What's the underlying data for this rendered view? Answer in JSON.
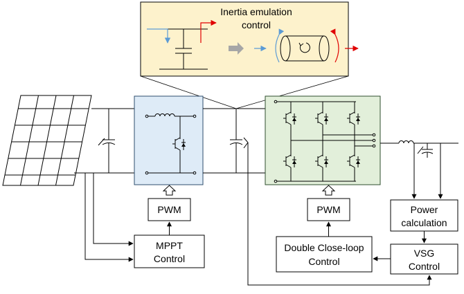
{
  "inset": {
    "title_line1": "Inertia  emulation",
    "title_line2": "control",
    "bg_color": "#FDF2CC",
    "arrow_in_color": "#5B9BD5",
    "arrow_out_color": "#E00000",
    "transition_arrow_color": "#A6A6A6"
  },
  "boost": {
    "bg_color": "#DEEBF7",
    "border_color": "#2E4E6E"
  },
  "inverter": {
    "bg_color": "#E2EFDA",
    "border_color": "#2E4E2E"
  },
  "blocks": {
    "pwm_left": "PWM",
    "pwm_right": "PWM",
    "mppt_line1": "MPPT",
    "mppt_line2": "Control",
    "power_line1": "Power",
    "power_line2": "calculation",
    "double_line1": "Double Close-loop",
    "double_line2": "Control",
    "vsg_line1": "VSG",
    "vsg_line2": "Control"
  }
}
